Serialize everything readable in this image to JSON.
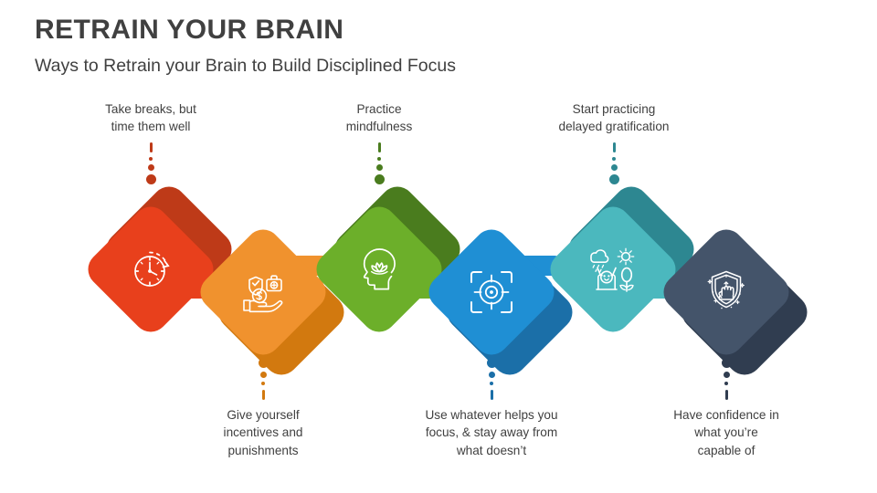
{
  "header": {
    "title": "RETRAIN YOUR BRAIN",
    "subtitle": "Ways to Retrain your Brain to Build Disciplined Focus"
  },
  "diagram": {
    "type": "process-chevron-diamonds",
    "step_count": 6,
    "steps": [
      {
        "index": 1,
        "caption": "Take breaks, but\ntime them well",
        "caption_line1": "Take breaks, but",
        "caption_line2": "time them well",
        "caption_line3": "",
        "caption_position": "above",
        "icon": "stopwatch-timer-icon",
        "color_front": "#E8401C",
        "color_back": "#BE3A18",
        "shadow_direction": "up-right"
      },
      {
        "index": 2,
        "caption_line1": "Give yourself",
        "caption_line2": "incentives and",
        "caption_line3": "punishments",
        "caption_position": "below",
        "icon": "hand-holding-rewards-icon",
        "color_front": "#F0922E",
        "color_back": "#D2790F",
        "shadow_direction": "down-right"
      },
      {
        "index": 3,
        "caption_line1": "Practice",
        "caption_line2": "mindfulness",
        "caption_line3": "",
        "caption_position": "above",
        "icon": "head-lotus-mindfulness-icon",
        "color_front": "#6CAF2A",
        "color_back": "#4A7C1E",
        "shadow_direction": "up-right"
      },
      {
        "index": 4,
        "caption_line1": "Use whatever helps you",
        "caption_line2": "focus, & stay away from",
        "caption_line3": "what doesn’t",
        "caption_position": "below",
        "icon": "target-focus-icon",
        "color_front": "#1F8FD4",
        "color_back": "#1B6FA8",
        "shadow_direction": "down-right"
      },
      {
        "index": 5,
        "caption_line1": "Start practicing",
        "caption_line2": "delayed gratification",
        "caption_line3": "",
        "caption_position": "above",
        "icon": "person-sun-tree-patience-icon",
        "color_front": "#4BB8BE",
        "color_back": "#2D8791",
        "shadow_direction": "up-right"
      },
      {
        "index": 6,
        "caption_line1": "Have confidence in",
        "caption_line2": "what you’re",
        "caption_line3": "capable of",
        "caption_position": "below",
        "icon": "fist-shield-confidence-icon",
        "color_front": "#44546A",
        "color_back": "#303D50",
        "shadow_direction": "down-right"
      }
    ]
  }
}
